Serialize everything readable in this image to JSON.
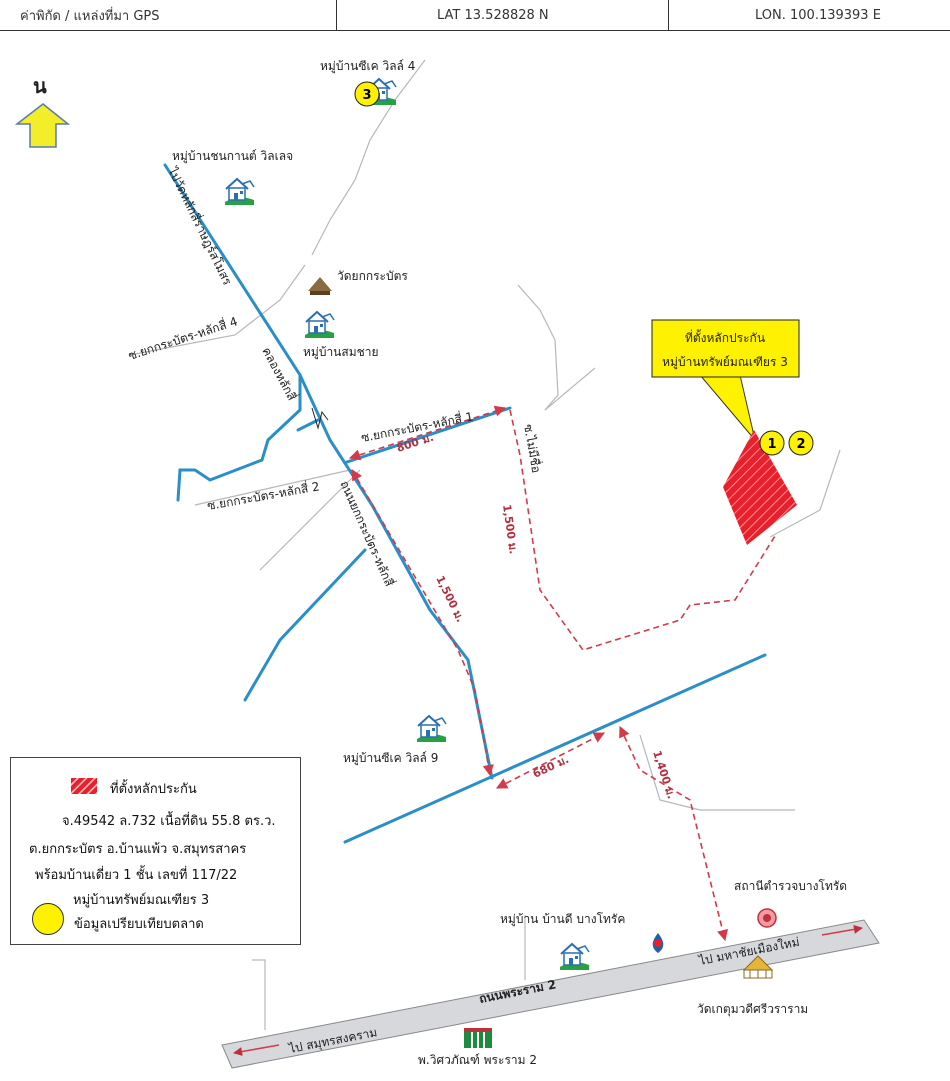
{
  "header": {
    "gps_label": "ค่าพิกัด / แหล่งที่มา GPS",
    "lat": "LAT 13.528828  N",
    "lon": "LON.  100.139393  E"
  },
  "north_label": "น",
  "places": {
    "cv4": "หมู่บ้านซีเค วิลล์ 4",
    "chanakan": "หมู่บ้านชนกานต์ วิลเลจ",
    "wat_yok": "วัดยกกระบัตร",
    "somchai": "หมู่บ้านสมชาย",
    "cv9": "หมู่บ้านซีเค วิลล์ 9",
    "bandee": "หมู่บ้าน บ้านดี บางโทรัค",
    "police": "สถานีตำรวจบางโทรัด",
    "wat_ket": "วัดเกตุมวดีศรีวราราม",
    "museum": "พ.วิศวภัณฑ์ พระราม 2"
  },
  "roads": {
    "canal_top": "ไปวัดหลักสี่ราษฎร์สโมสร",
    "canal": "คลองหลักสี่",
    "soi4": "ซ.ยกกระบัตร-หลักสี่ 4",
    "soi1": "ซ.ยกกระบัตร-หลักสี่ 1",
    "soi2": "ซ.ยกกระบัตร-หลักสี่ 2",
    "soi_noname": "ซ.ไม่มีชื่อ",
    "main_road": "ถนนยกกระบัตร-หลักสี่",
    "rama2": "ถนนพระราม 2",
    "to_samut": "ไป สมุทรสงคราม",
    "to_mahachai": "ไป มหาชัยเมืองใหม่"
  },
  "distances": {
    "d800": "800 ม.",
    "d1500a": "1,500 ม.",
    "d1500b": "1,500 ม.",
    "d680": "680 ม.",
    "d1400": "1,400 ม."
  },
  "callout": {
    "line1": "ที่ตั้งหลักประกัน",
    "line2": "หมู่บ้านทรัพย์มณเฑียร 3"
  },
  "markers": {
    "m1": "1",
    "m2": "2",
    "m3": "3"
  },
  "legend": {
    "title": "ที่ตั้งหลักประกัน",
    "line1": "จ.49542 ล.732 เนื้อที่ดิน 55.8 ตร.ว.",
    "line2": "ต.ยกกระบัตร อ.บ้านแพ้ว จ.สมุทรสาคร",
    "line3": "พร้อมบ้านเดี่ยว 1 ชั้น เลขที่ 117/22",
    "line4": "หมู่บ้านทรัพย์มณเฑียร 3",
    "circle_text": "ข้อมูลเปรียบเทียบตลาด"
  },
  "colors": {
    "road_blue": "#2a8ec9",
    "dashed_red": "#d23a4a",
    "collateral_red": "#e8202c",
    "marker_yellow": "#fff200",
    "arrow_yellow": "#f2ef2a",
    "highway_grey": "#d6d8dc"
  }
}
